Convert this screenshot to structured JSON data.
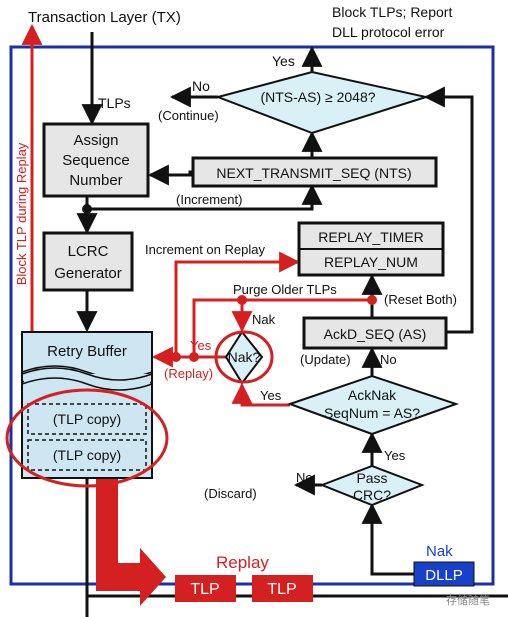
{
  "labels": {
    "transaction_layer": "Transaction Layer (TX)",
    "block_report_1": "Block TLPs; Report",
    "block_report_2": "DLL protocol error",
    "tlps": "TLPs",
    "block_tlp_during_replay": "Block TLP during Replay",
    "yes_top": "Yes",
    "no_top": "No",
    "continue": "(Continue)",
    "increment": "(Increment)",
    "increment_on_replay": "Increment on Replay",
    "purge_older": "Purge Older TLPs",
    "reset_both": "(Reset Both)",
    "nak_label": "Nak",
    "yes_replay": "Yes",
    "replay_paren": "(Replay)",
    "update": "(Update)",
    "no_ack": "No",
    "yes_acknak": "Yes",
    "yes_crc": "Yes",
    "no_crc": "No",
    "discard": "(Discard)",
    "replay_out": "Replay",
    "nak_dllp_label": "Nak",
    "watermark": "存储随笔"
  },
  "boxes": {
    "assign_1": "Assign",
    "assign_2": "Sequence",
    "assign_3": "Number",
    "lcrc_1": "LCRC",
    "lcrc_2": "Generator",
    "nts": "NEXT_TRANSMIT_SEQ (NTS)",
    "replay_timer": "REPLAY_TIMER",
    "replay_num": "REPLAY_NUM",
    "ackd_seq": "AckD_SEQ (AS)",
    "retry_buffer": "Retry Buffer",
    "tlp_copy_1": "(TLP copy)",
    "tlp_copy_2": "(TLP copy)",
    "tlp_out_1": "TLP",
    "tlp_out_2": "TLP",
    "dllp": "DLLP"
  },
  "decisions": {
    "nts_as": "(NTS-AS) ≥ 2048?",
    "nak": "Nak?",
    "acknak_1": "AckNak",
    "acknak_2": "SeqNum = AS?",
    "pass_crc_1": "Pass",
    "pass_crc_2": "CRC?"
  },
  "colors": {
    "frame_blue": "#1a30a8",
    "path_red": "#d42020",
    "diamond_fill": "#d9f0f7",
    "box_fill": "#e6e6e6",
    "retry_fill": "#cde6f2",
    "dllp_fill": "#1840c8",
    "tlp_fill": "#d42020"
  }
}
